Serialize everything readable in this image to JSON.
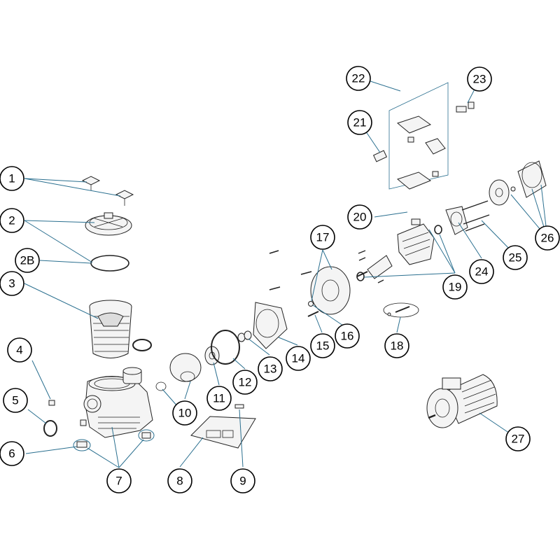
{
  "callouts": [
    {
      "id": "c1",
      "label": "1"
    },
    {
      "id": "c2",
      "label": "2"
    },
    {
      "id": "c2b",
      "label": "2B"
    },
    {
      "id": "c3",
      "label": "3"
    },
    {
      "id": "c4",
      "label": "4"
    },
    {
      "id": "c5",
      "label": "5"
    },
    {
      "id": "c6",
      "label": "6"
    },
    {
      "id": "c7",
      "label": "7"
    },
    {
      "id": "c8",
      "label": "8"
    },
    {
      "id": "c9",
      "label": "9"
    },
    {
      "id": "c10",
      "label": "10"
    },
    {
      "id": "c11",
      "label": "11"
    },
    {
      "id": "c12",
      "label": "12"
    },
    {
      "id": "c13",
      "label": "13"
    },
    {
      "id": "c14",
      "label": "14"
    },
    {
      "id": "c15",
      "label": "15"
    },
    {
      "id": "c16",
      "label": "16"
    },
    {
      "id": "c17",
      "label": "17"
    },
    {
      "id": "c18",
      "label": "18"
    },
    {
      "id": "c19",
      "label": "19"
    },
    {
      "id": "c20",
      "label": "20"
    },
    {
      "id": "c21",
      "label": "21"
    },
    {
      "id": "c22",
      "label": "22"
    },
    {
      "id": "c23",
      "label": "23"
    },
    {
      "id": "c24",
      "label": "24"
    },
    {
      "id": "c25",
      "label": "25"
    },
    {
      "id": "c26",
      "label": "26"
    },
    {
      "id": "c27",
      "label": "27"
    }
  ],
  "colors": {
    "leader": "#2a6f8f",
    "outline": "#222222",
    "background": "#ffffff"
  }
}
